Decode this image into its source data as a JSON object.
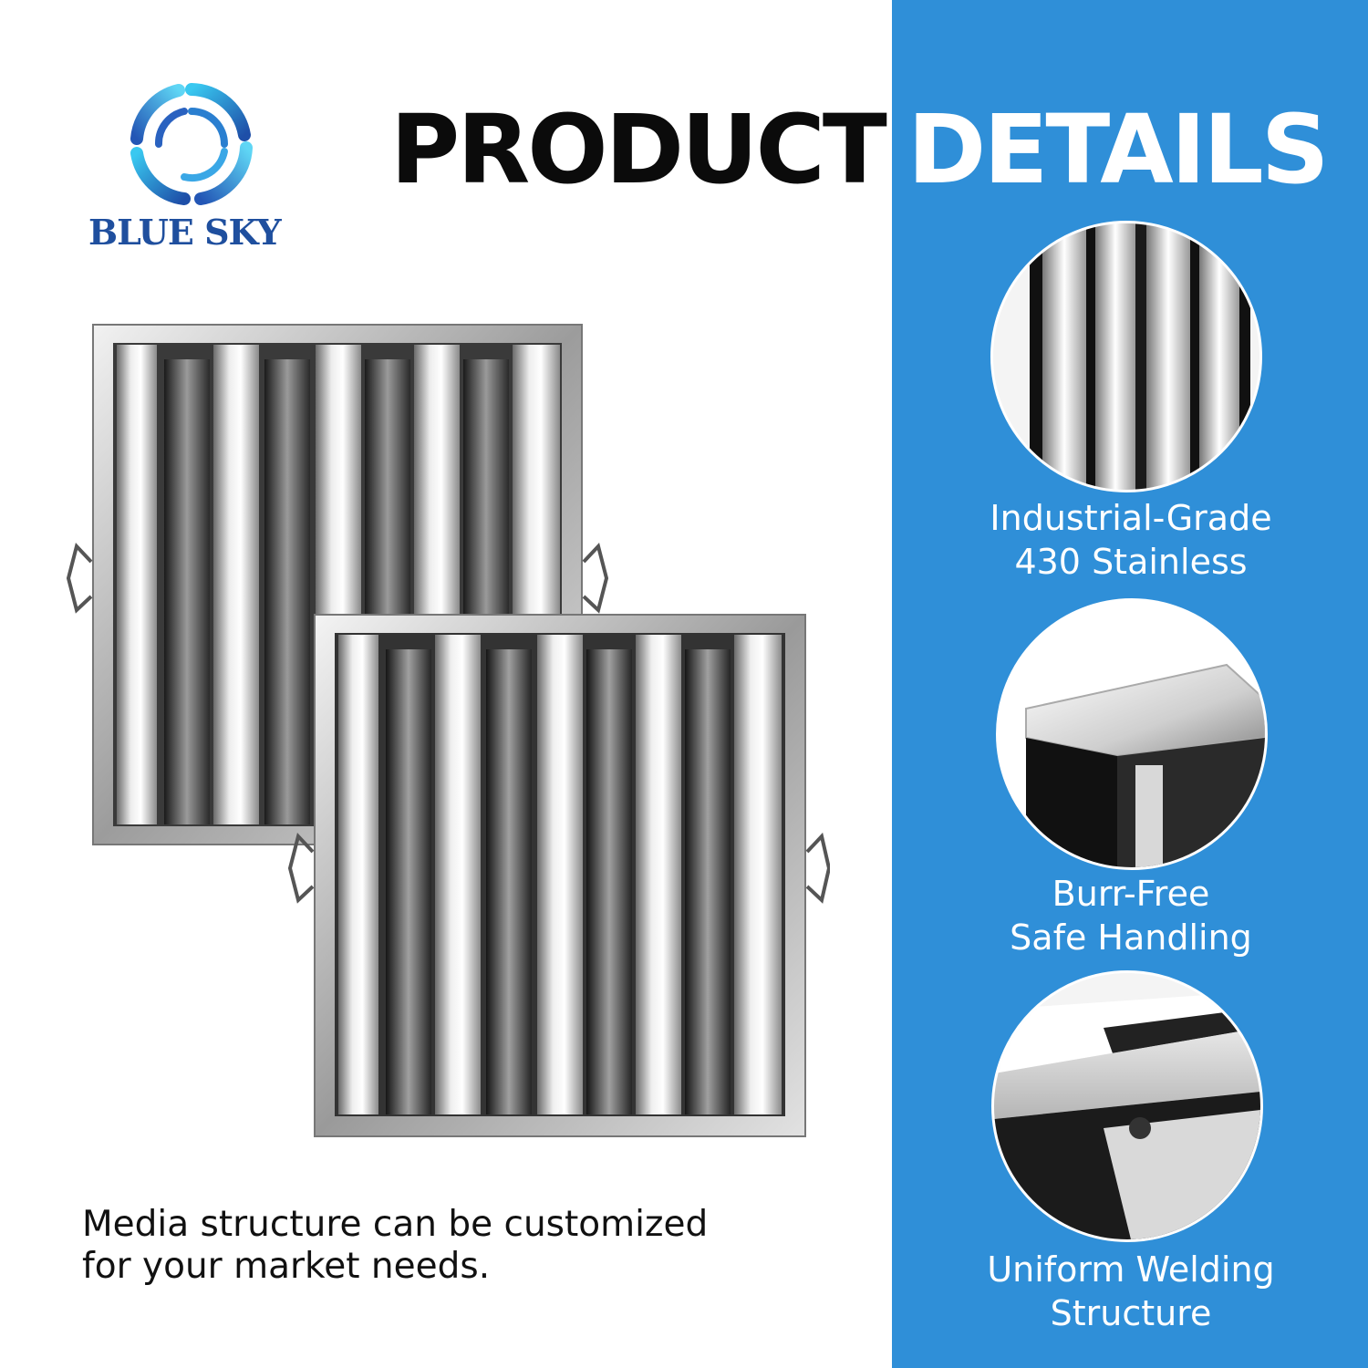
{
  "header": {
    "title_part1": "PRODUCT",
    "title_part2": "DETAILS"
  },
  "brand": {
    "name": "BLUE SKY",
    "logo_icon": "aperture-ring-icon"
  },
  "colors": {
    "panel": "#2f8fd8",
    "brand_text": "#1f4f9e",
    "title_dark": "#0b0b0b",
    "title_light": "#ffffff"
  },
  "features": [
    {
      "line1": "Industrial-Grade",
      "line2": "430 Stainless"
    },
    {
      "line1": "Burr-Free",
      "line2": "Safe Handling"
    },
    {
      "line1": "Uniform Welding",
      "line2": "Structure"
    }
  ],
  "caption": {
    "line1": "Media structure can be customized",
    "line2": "for your market needs."
  }
}
